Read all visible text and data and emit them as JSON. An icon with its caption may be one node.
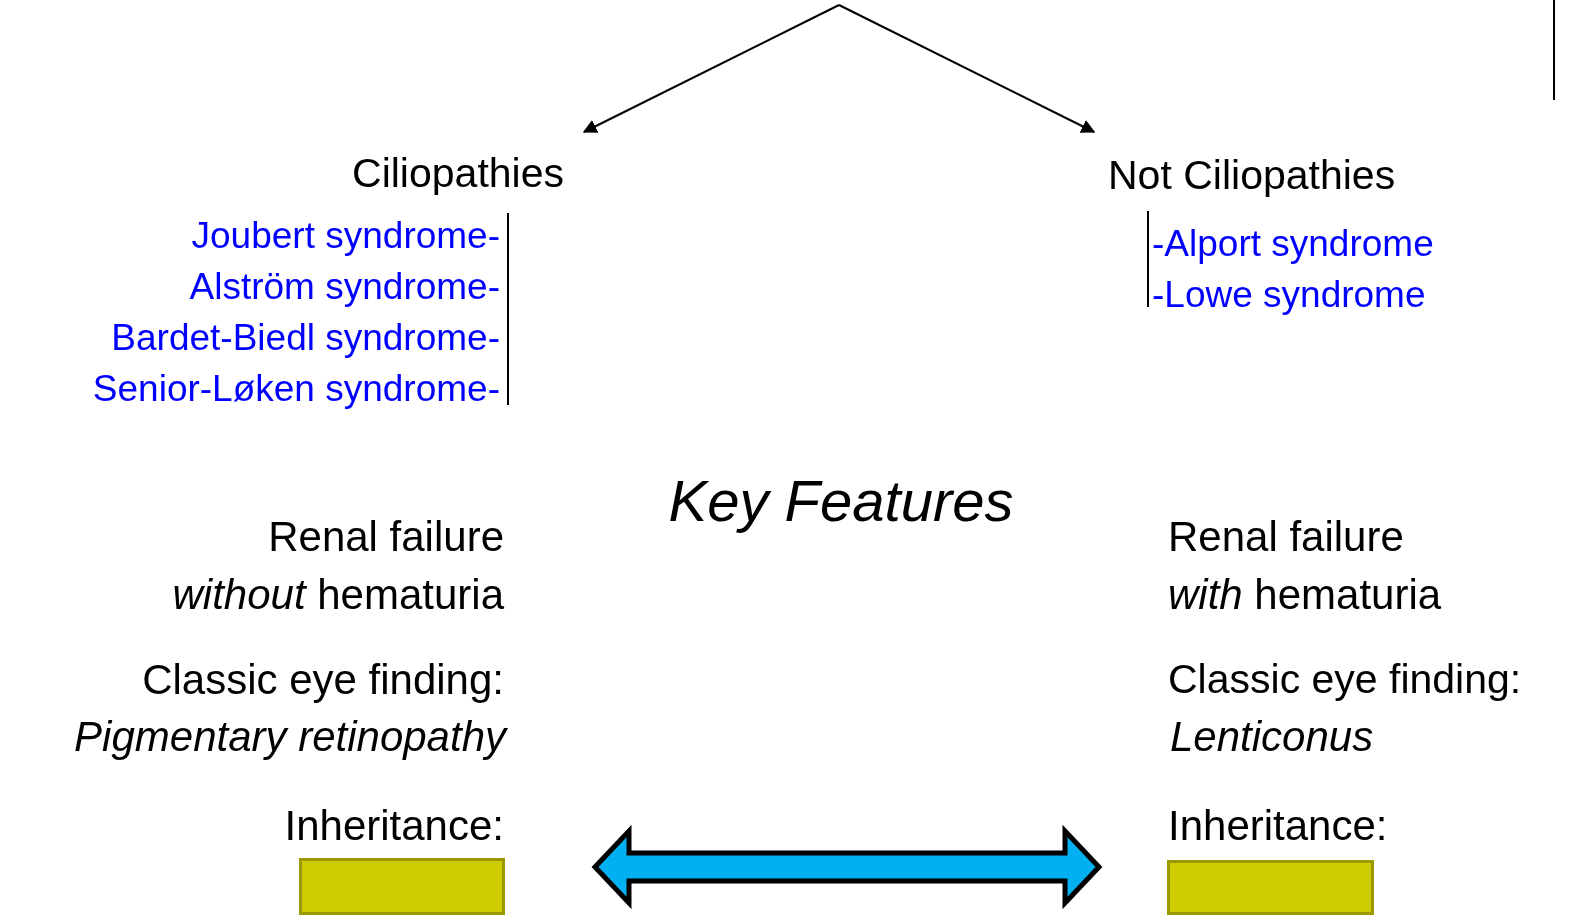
{
  "diagram": {
    "nodes": [
      {
        "text": [
          "Ciliopathies"
        ]
      },
      {
        "text": [
          "Not Ciliopathies"
        ]
      },
      {
        "text": [],
        "shape": "box"
      },
      {
        "text": [],
        "shape": "box"
      }
    ],
    "edges": [
      {
        "from": null,
        "to": 0,
        "arrow": "to"
      },
      {
        "from": null,
        "to": 1,
        "arrow": "to"
      },
      {
        "from": 2,
        "to": 3,
        "arrow": "both",
        "style": "thick",
        "color": "#00b0f0"
      }
    ],
    "labels": [
      "Joubert syndrome-",
      "Alström syndrome-",
      "Bardet-Biedl syndrome-",
      "Senior-Løken syndrome-",
      "-Alport syndrome",
      "-Lowe syndrome",
      "Key Features",
      "Renal failure",
      "*without* hematuria",
      "Classic eye finding:",
      "Pigmentary retinopathy",
      "Inheritance:",
      "Renal failure",
      "*with* hematuria",
      "Classic eye finding:",
      "Lenticonus",
      "Inheritance:"
    ]
  }
}
